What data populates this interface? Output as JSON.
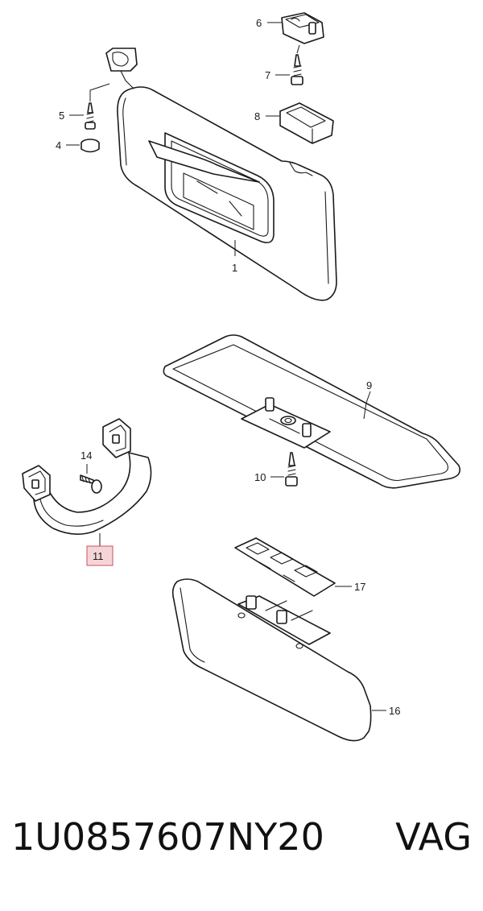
{
  "callouts": {
    "c1": "1",
    "c4": "4",
    "c5": "5",
    "c6": "6",
    "c7": "7",
    "c8": "8",
    "c9": "9",
    "c10": "10",
    "c11": "11",
    "c14": "14",
    "c16": "16",
    "c17": "17"
  },
  "highlighted_callout": "11",
  "colors": {
    "line": "#1a1a1a",
    "highlight_fill": "#f6d5d8",
    "highlight_stroke": "#c8535f"
  },
  "footer": {
    "part_number": "1U0857607NY20",
    "brand": "VAG"
  }
}
